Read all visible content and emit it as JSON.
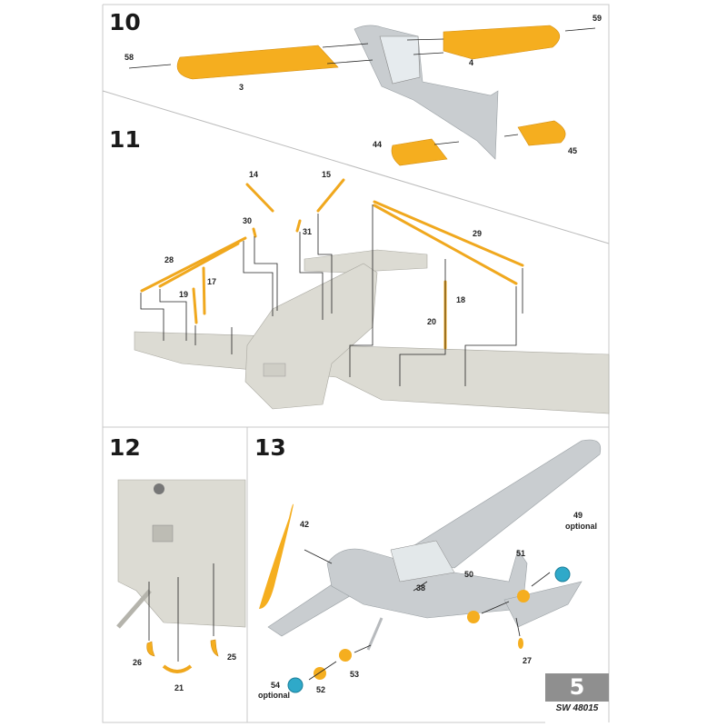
{
  "steps": {
    "s10": {
      "number": "10",
      "parts": {
        "p58": "58",
        "p3": "3",
        "p59": "59",
        "p4": "4",
        "p44": "44",
        "p45": "45"
      }
    },
    "s11": {
      "number": "11",
      "parts": {
        "p14": "14",
        "p15": "15",
        "p30": "30",
        "p31": "31",
        "p28": "28",
        "p29": "29",
        "p17": "17",
        "p19": "19",
        "p18": "18",
        "p20": "20"
      }
    },
    "s12": {
      "number": "12",
      "parts": {
        "p26": "26",
        "p25": "25",
        "p21": "21"
      }
    },
    "s13": {
      "number": "13",
      "parts": {
        "p42": "42",
        "p49": "49",
        "p49_note": "optional",
        "p51": "51",
        "p50": "50",
        "p38": "38",
        "p27": "27",
        "p53": "53",
        "p52": "52",
        "p54": "54",
        "p54_note": "optional"
      }
    }
  },
  "footer": {
    "page_number": "5",
    "kit_code": "SW 48015"
  },
  "colors": {
    "part_yellow": "#f5ae1f",
    "fuselage_grey": "#c9cdd0",
    "wheel_blue": "#2fa9c9",
    "page_box": "#8f8f8f"
  }
}
